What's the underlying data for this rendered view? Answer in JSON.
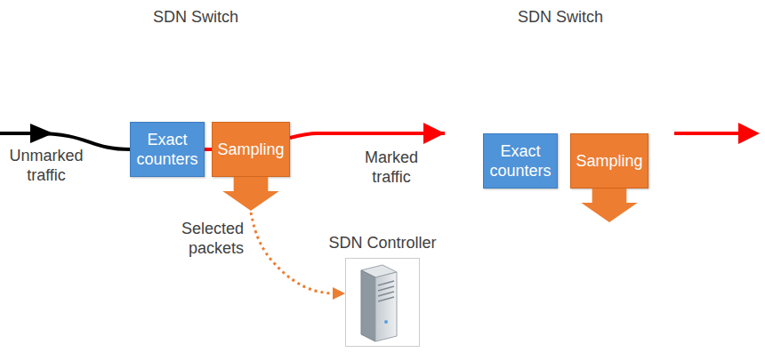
{
  "diagram": {
    "nodes": [
      {
        "text": [
          "SDN Switch"
        ]
      },
      {
        "text": [
          "Exact counters"
        ],
        "in": 0
      },
      {
        "text": [
          "Sampling"
        ],
        "in": 0
      },
      {
        "text": [
          "SDN Switch"
        ]
      },
      {
        "text": [
          "Exact counters"
        ],
        "in": 3
      },
      {
        "text": [
          "Sampling"
        ],
        "in": 3
      },
      {
        "text": [
          "SDN Controller"
        ]
      }
    ],
    "edges": [
      {
        "from": 1,
        "to": 2,
        "arrow": "none"
      },
      {
        "from": 2,
        "to": 3,
        "arrow": "to",
        "label": "Marked traffic"
      },
      {
        "from": 2,
        "to": 6,
        "arrow": "to",
        "label": "Selected packets"
      }
    ],
    "labels": [
      "Unmarked traffic"
    ]
  }
}
